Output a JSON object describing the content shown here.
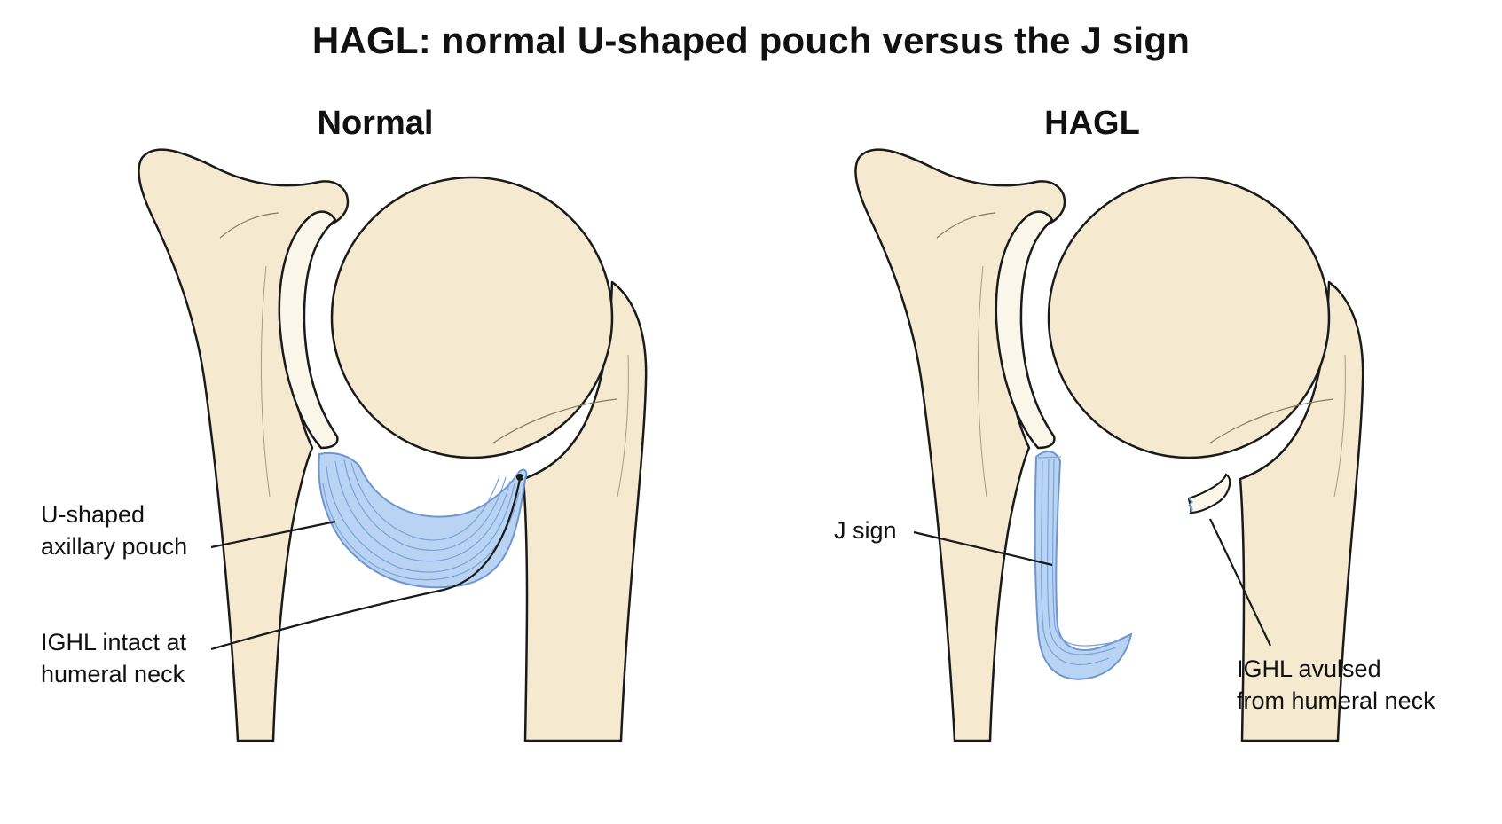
{
  "title": "HAGL: normal U-shaped pouch versus the J sign",
  "panels": {
    "normal": {
      "heading": "Normal",
      "labels": {
        "pouch": [
          "U-shaped",
          "axillary pouch"
        ],
        "ighl": [
          "IGHL intact at",
          "humeral neck"
        ]
      }
    },
    "hagl": {
      "heading": "HAGL",
      "labels": {
        "j_sign": [
          "J sign"
        ],
        "avulsed": [
          "IGHL avulsed",
          "from humeral neck"
        ]
      }
    }
  },
  "colors": {
    "bone": "#f5e9cf",
    "cartilage": "#fbf6ea",
    "ligament": "#b9d3f3",
    "ligament_stroke": "#7aa3dc",
    "outline": "#1a1a1a"
  }
}
